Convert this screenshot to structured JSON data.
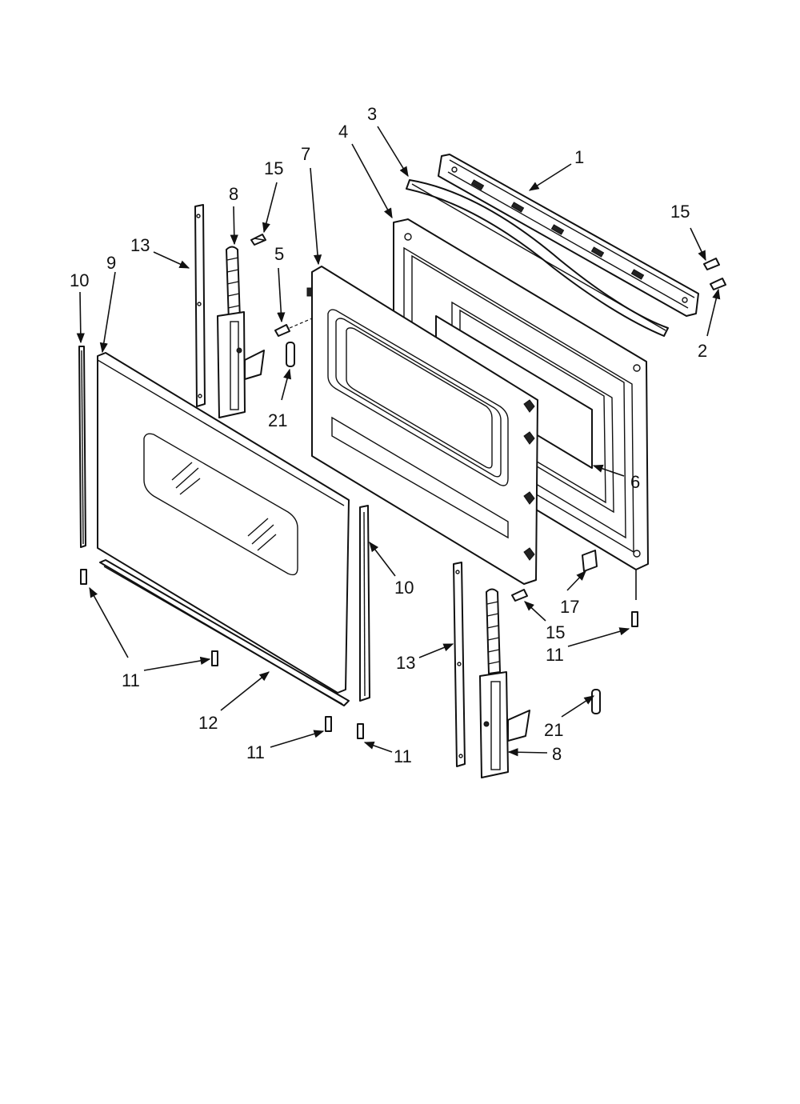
{
  "callouts": {
    "c1": "1",
    "c2": "2",
    "c3": "3",
    "c4": "4",
    "c5": "5",
    "c6": "6",
    "c7": "7",
    "c8_top": "8",
    "c8_bottom": "8",
    "c9": "9",
    "c10_left": "10",
    "c10_right": "10",
    "c11_left": "11",
    "c11_center": "11",
    "c11_bottom_left": "11",
    "c11_bottom_mid": "11",
    "c11_right": "11",
    "c12": "12",
    "c13_top": "13",
    "c13_bottom": "13",
    "c15_top": "15",
    "c15_right": "15",
    "c15_bottom": "15",
    "c17": "17",
    "c21_top": "21",
    "c21_bottom": "21"
  }
}
